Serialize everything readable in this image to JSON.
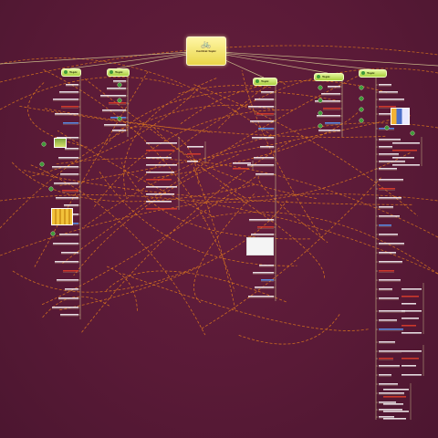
{
  "central_topic": {
    "icon": "bicycle-icon",
    "title": "Central topic"
  },
  "branches": [
    {
      "label": "Topic"
    },
    {
      "label": "Topic"
    },
    {
      "label": "Topic"
    },
    {
      "label": "Topic"
    },
    {
      "label": "Topic"
    }
  ],
  "colors": {
    "background": "#5a1c36",
    "central_fill": "#eedc5a",
    "branch_fill": "#b9d94a",
    "connector_line": "#c9b98a",
    "relationship_line": "#e07a1c",
    "leaf_text": "#ffffff",
    "highlight_text": "#e0402a",
    "link_text": "#5aa0ff",
    "task_icon": "#3f9a3a"
  },
  "icons": [
    "bicycle-icon",
    "checkmark-icon",
    "image-icon",
    "calendar-icon",
    "bar-chart-icon",
    "document-icon"
  ]
}
